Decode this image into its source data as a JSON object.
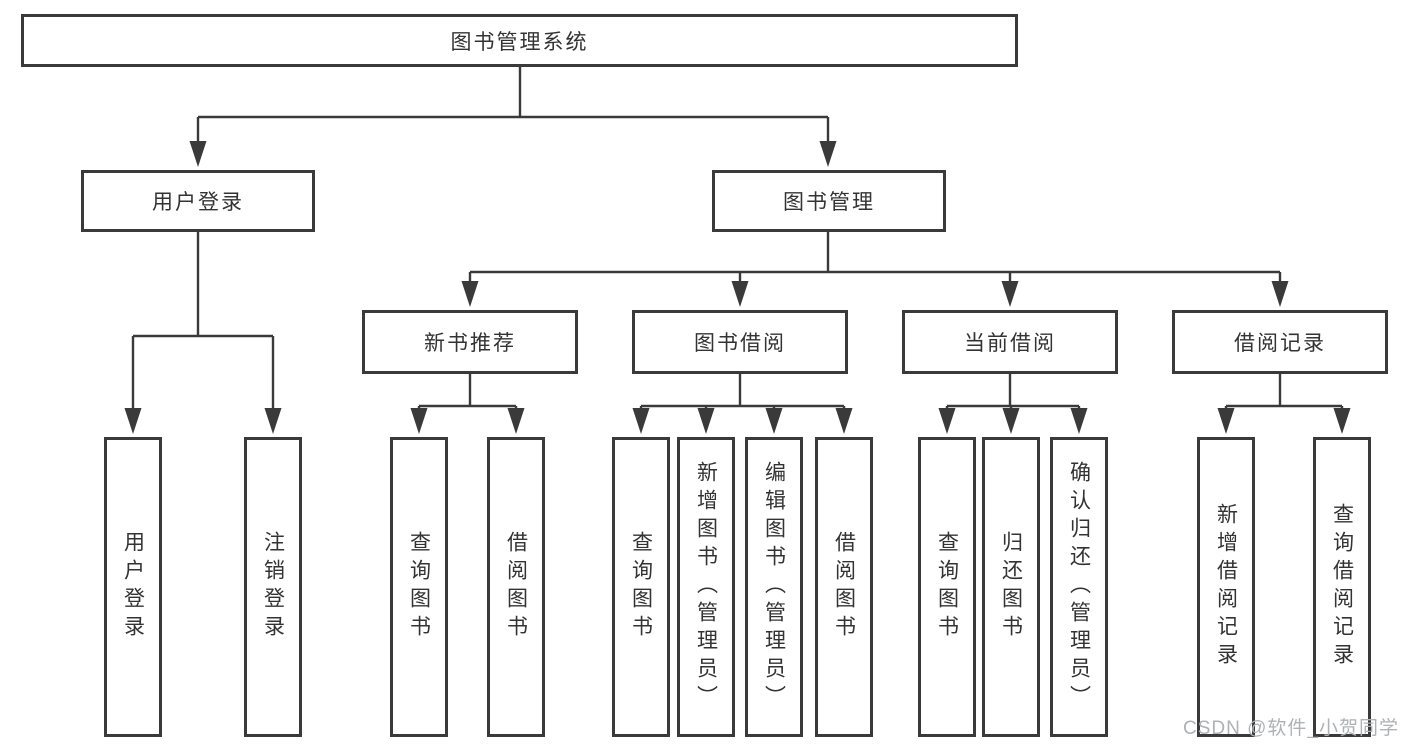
{
  "tree": {
    "root": {
      "label": "图书管理系统"
    },
    "level2": [
      {
        "label": "用户登录",
        "children": [
          {
            "label": "用户登录"
          },
          {
            "label": "注销登录"
          }
        ]
      },
      {
        "label": "图书管理",
        "children": [
          {
            "label": "新书推荐",
            "children": [
              {
                "label": "查询图书"
              },
              {
                "label": "借阅图书"
              }
            ]
          },
          {
            "label": "图书借阅",
            "children": [
              {
                "label": "查询图书"
              },
              {
                "label": "新增图书（管理员）"
              },
              {
                "label": "编辑图书（管理员）"
              },
              {
                "label": "借阅图书"
              }
            ]
          },
          {
            "label": "当前借阅",
            "children": [
              {
                "label": "查询图书"
              },
              {
                "label": "归还图书"
              },
              {
                "label": "确认归还（管理员）"
              }
            ]
          },
          {
            "label": "借阅记录",
            "children": [
              {
                "label": "新增借阅记录"
              },
              {
                "label": "查询借阅记录"
              }
            ]
          }
        ]
      }
    ]
  },
  "watermark": {
    "text": "CSDN @软件_小贺同学"
  },
  "colors": {
    "line": "#3a3a3a",
    "text": "#333333",
    "watermark": "#aeb2b5",
    "background": "#ffffff"
  }
}
